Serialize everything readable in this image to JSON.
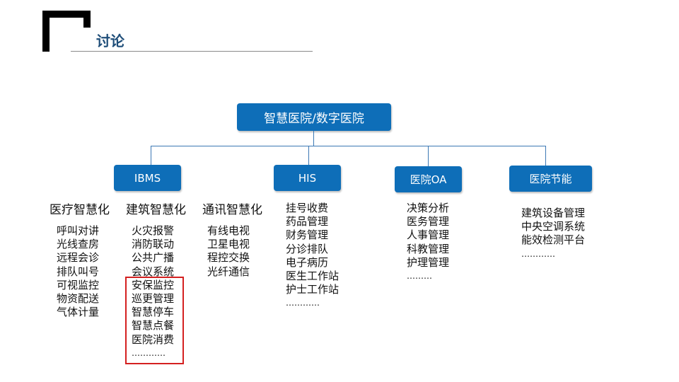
{
  "slide": {
    "title": "讨论"
  },
  "root": {
    "label": "智慧医院/数字医院"
  },
  "children": [
    {
      "label": "IBMS"
    },
    {
      "label": "HIS"
    },
    {
      "label": "医院OA"
    },
    {
      "label": "医院节能"
    }
  ],
  "ibms_groups": [
    {
      "heading": "医疗智慧化",
      "items": [
        "呼叫对讲",
        "光线查房",
        "远程会诊",
        "排队叫号",
        "可视监控",
        "物资配送",
        "气体计量"
      ]
    },
    {
      "heading": "建筑智慧化",
      "items": [
        "火灾报警",
        "消防联动",
        "公共广播",
        "会议系统",
        "安保监控",
        "巡更管理",
        "智慧停车",
        "智慧点餐",
        "医院消费",
        "…………"
      ]
    },
    {
      "heading": "通讯智慧化",
      "items": [
        "有线电视",
        "卫星电视",
        "程控交换",
        "光纤通信"
      ]
    }
  ],
  "his_items": [
    "挂号收费",
    "药品管理",
    "财务管理",
    "分诊排队",
    "电子病历",
    "医生工作站",
    "护士工作站",
    "…………"
  ],
  "oa_items": [
    "决策分析",
    "医务管理",
    "人事管理",
    "科教管理",
    "护理管理",
    "………"
  ],
  "energy_items": [
    "建筑设备管理",
    "中央空调系统",
    "能效检测平台",
    "…………"
  ],
  "colors": {
    "box": "#0e6eb8",
    "connector": "#3c78b4",
    "highlight": "#d42020",
    "title": "#1f4e79"
  }
}
